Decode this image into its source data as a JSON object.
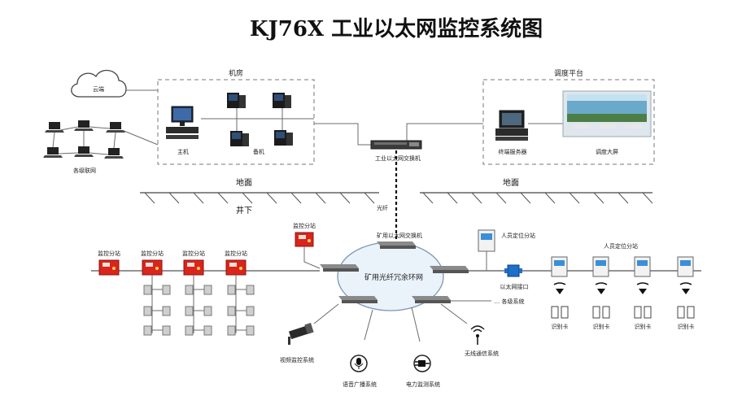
{
  "title": "KJ76X 工业以太网监控系统图",
  "top": {
    "cloud_label": "云端",
    "lan_label": "各级联网",
    "machine_room_label": "机房",
    "host_label": "主机",
    "backup_label": "备机",
    "switch_label": "工业以太网交换机",
    "dispatch_label": "调度平台",
    "terminal_server_label": "终端服务器",
    "big_screen_label": "调度大屏",
    "ground_left": "地面",
    "ground_right": "地面",
    "underground_label": "井下",
    "fiber_label": "光纤"
  },
  "ring": {
    "label": "矿用光纤冗余环网",
    "mine_switch_label": "矿用以太网交换机",
    "other_systems_label": "... 各级系统"
  },
  "substations": {
    "label": "监控分站",
    "left_labels": [
      "监控分站",
      "监控分站",
      "监控分站",
      "监控分站"
    ],
    "upper_label": "监控分站"
  },
  "personnel": {
    "main_label": "人员定位分站",
    "group_label": "人员定位分站",
    "interface_label": "以太网接口",
    "card_labels": [
      "识别卡",
      "识别卡",
      "识别卡",
      "识别卡"
    ]
  },
  "subsystems": {
    "video": "视频监控系统",
    "broadcast": "语音广播系统",
    "power": "电力监测系统",
    "wireless": "无线通信系统"
  },
  "colors": {
    "station_red": "#d9251c",
    "ring_fill": "#eaf2fa",
    "ring_stroke": "#7d97b3",
    "lcd_blue": "#3a8fd8",
    "interface_blue": "#1e6fc8"
  }
}
